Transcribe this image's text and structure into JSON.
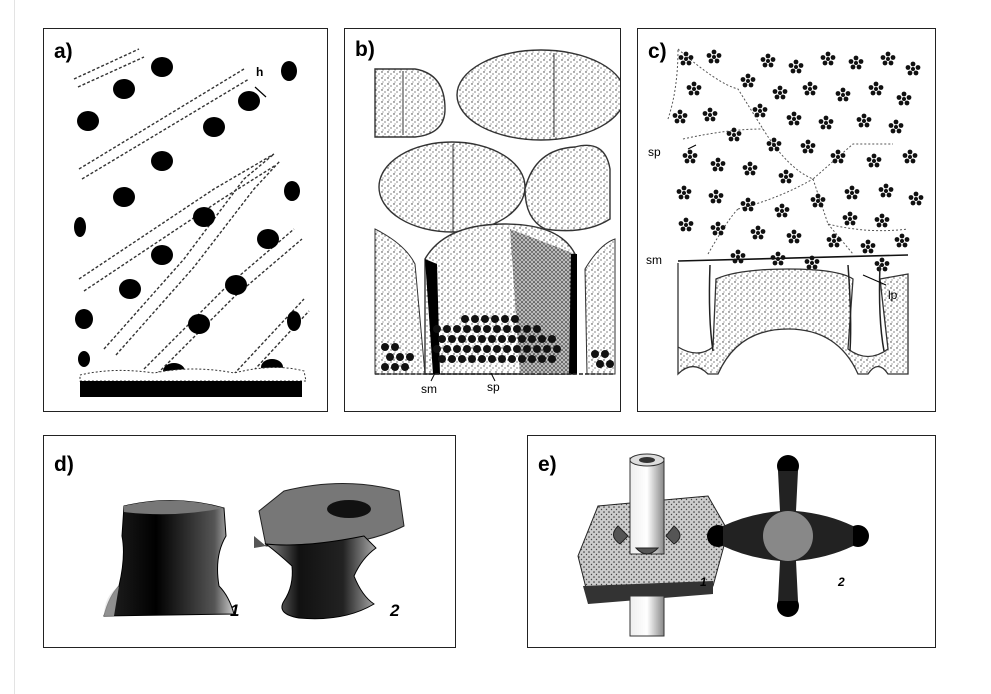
{
  "panels": {
    "a": {
      "label": "a)",
      "annotations": {
        "h": "h"
      }
    },
    "b": {
      "label": "b)",
      "annotations": {
        "sm": "sm",
        "sp": "sp"
      }
    },
    "c": {
      "label": "c)",
      "annotations": {
        "sp": "sp",
        "sm": "sm",
        "lp": "lp"
      }
    },
    "d": {
      "label": "d)",
      "figures": {
        "one": "1",
        "two": "2"
      }
    },
    "e": {
      "label": "e)",
      "figures": {
        "one": "1",
        "two": "2"
      }
    }
  }
}
